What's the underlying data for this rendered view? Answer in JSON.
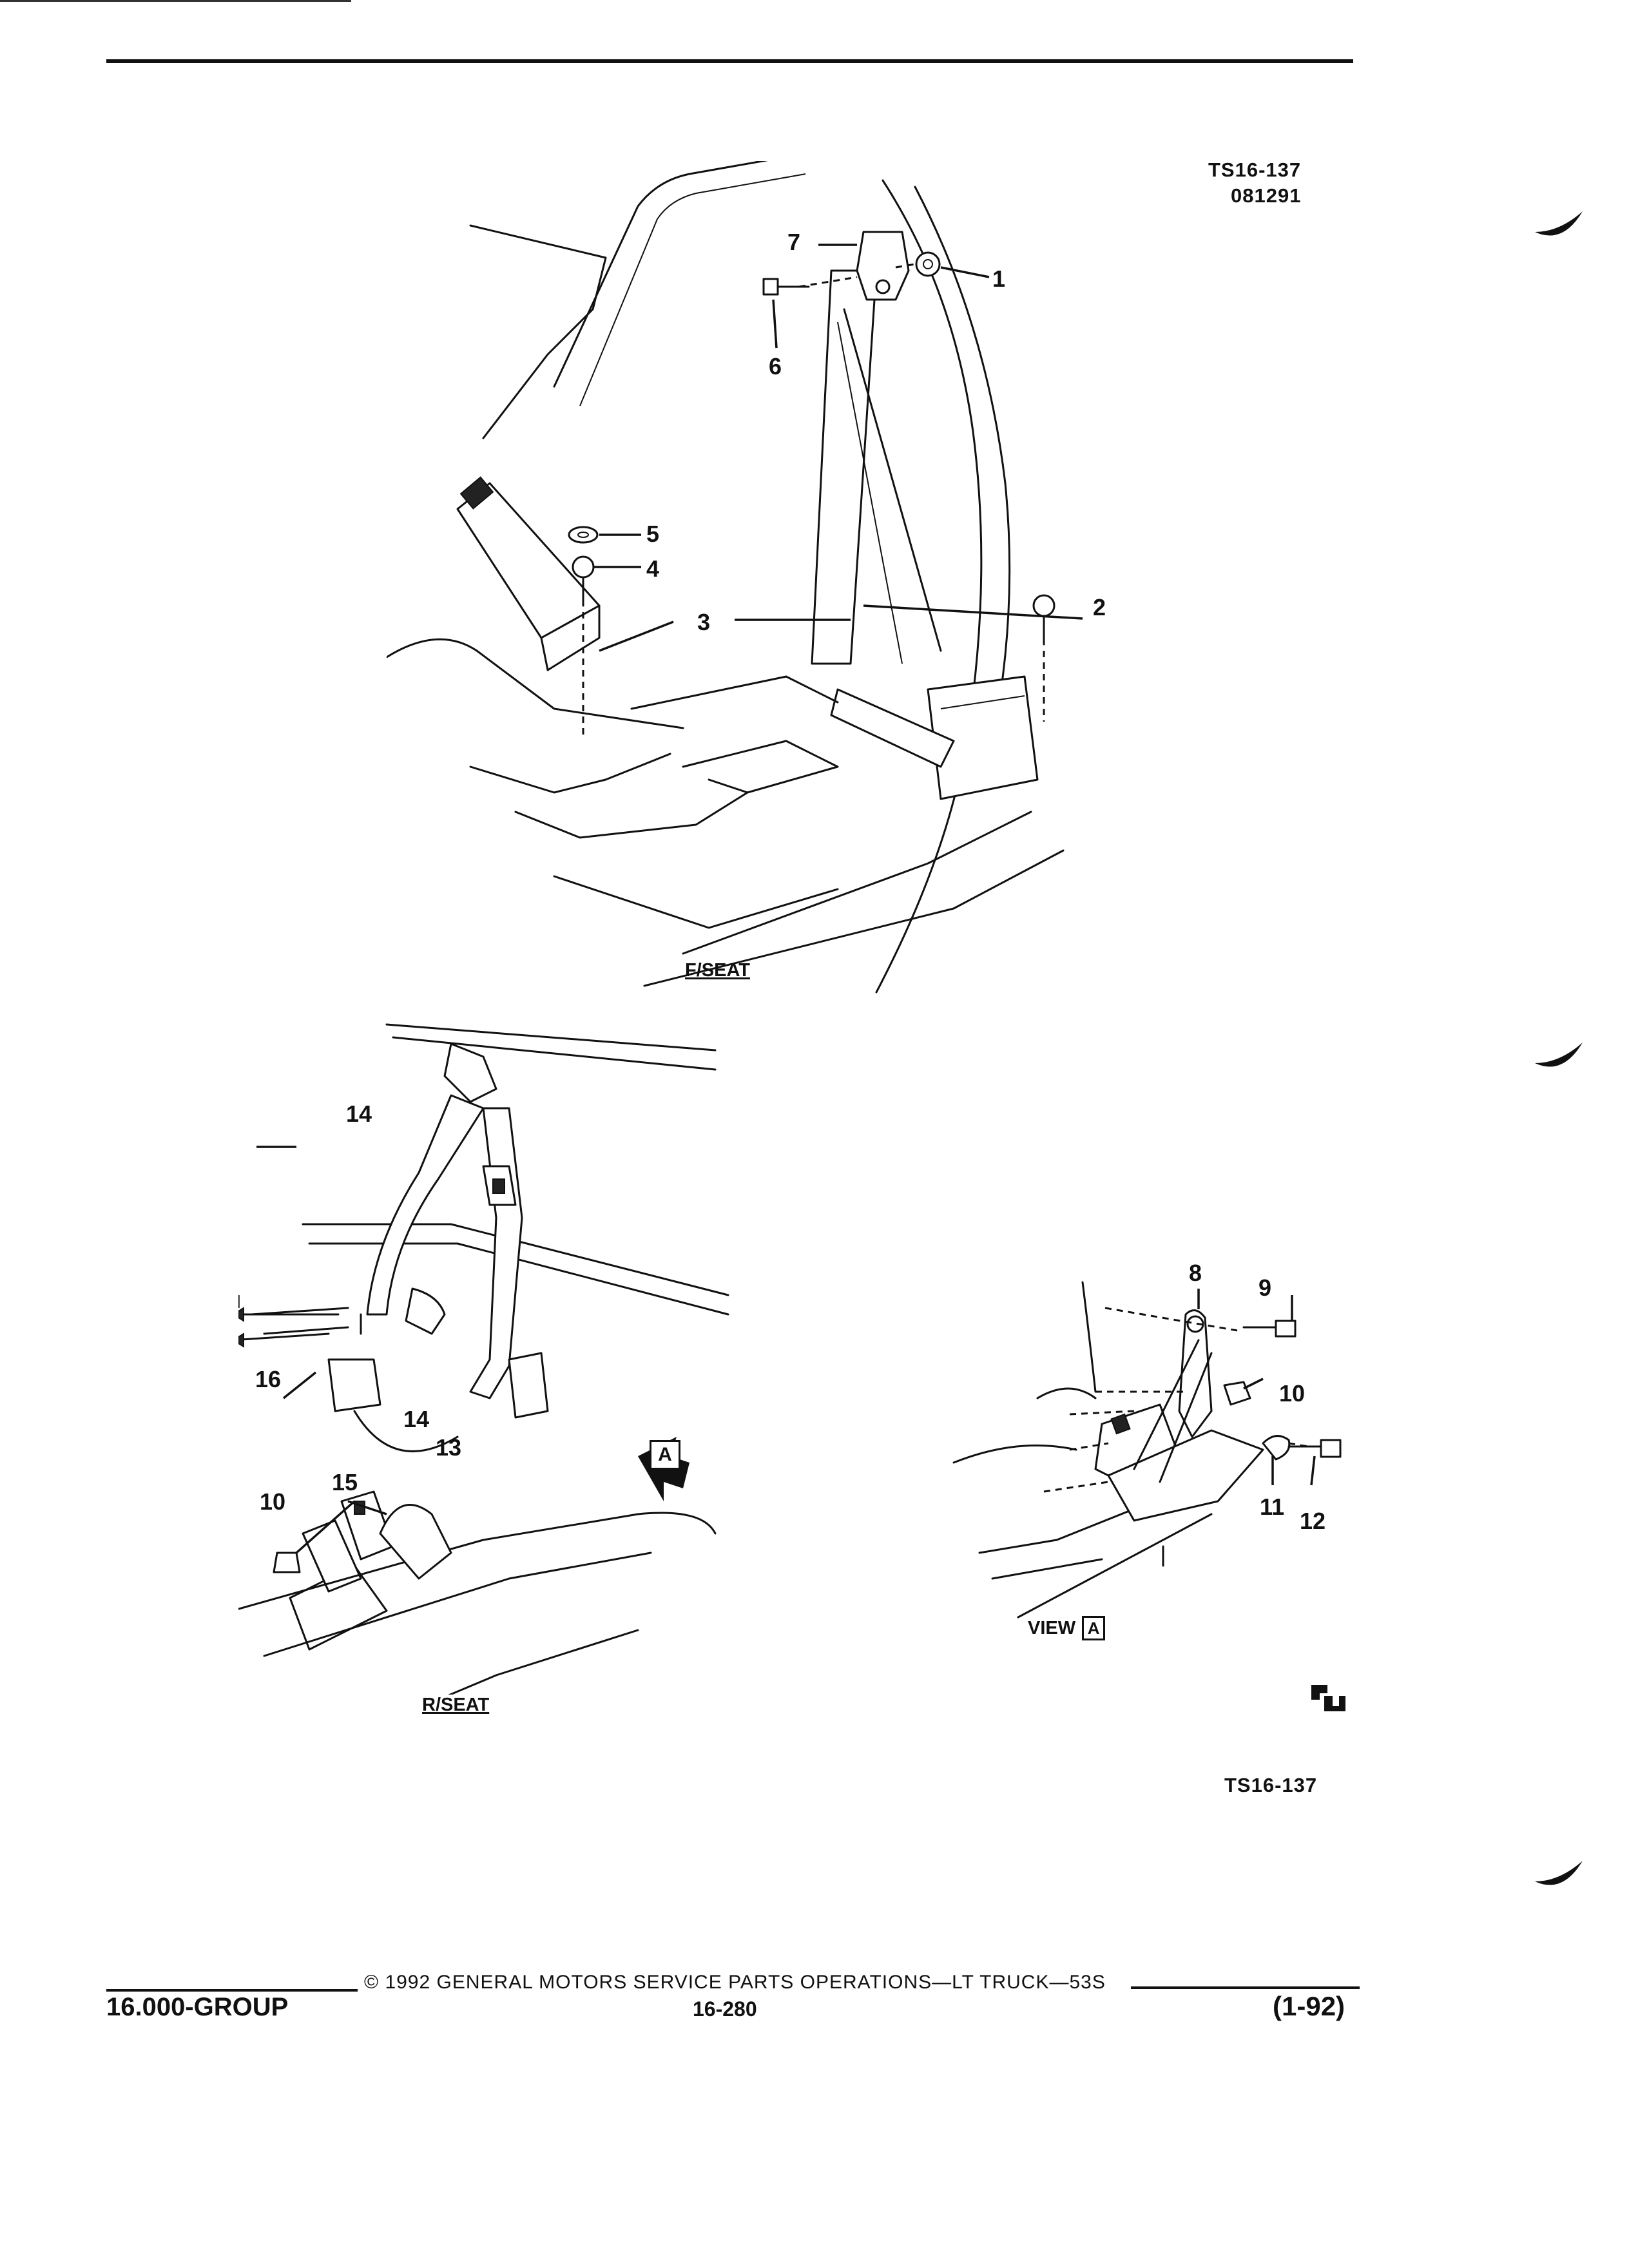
{
  "header": {
    "figure_code": "TS16-137",
    "figure_date": "081291"
  },
  "front_seat": {
    "label": "F/SEAT",
    "callouts": [
      "1",
      "2",
      "3",
      "4",
      "5",
      "6",
      "7"
    ]
  },
  "rear_seat": {
    "label": "R/SEAT",
    "callouts": [
      "10",
      "13",
      "14",
      "14",
      "15",
      "16"
    ],
    "view_marker": "A"
  },
  "view_a": {
    "label": "VIEW",
    "marker": "A",
    "callouts": [
      "8",
      "9",
      "10",
      "11",
      "12"
    ]
  },
  "logo": "GM service parts logo",
  "footer_code": "TS16-137",
  "footer": {
    "group": "16.000-GROUP",
    "copyright": "© 1992 GENERAL MOTORS SERVICE PARTS OPERATIONS—LT TRUCK—53S",
    "page": "16-280",
    "date": "(1-92)"
  }
}
